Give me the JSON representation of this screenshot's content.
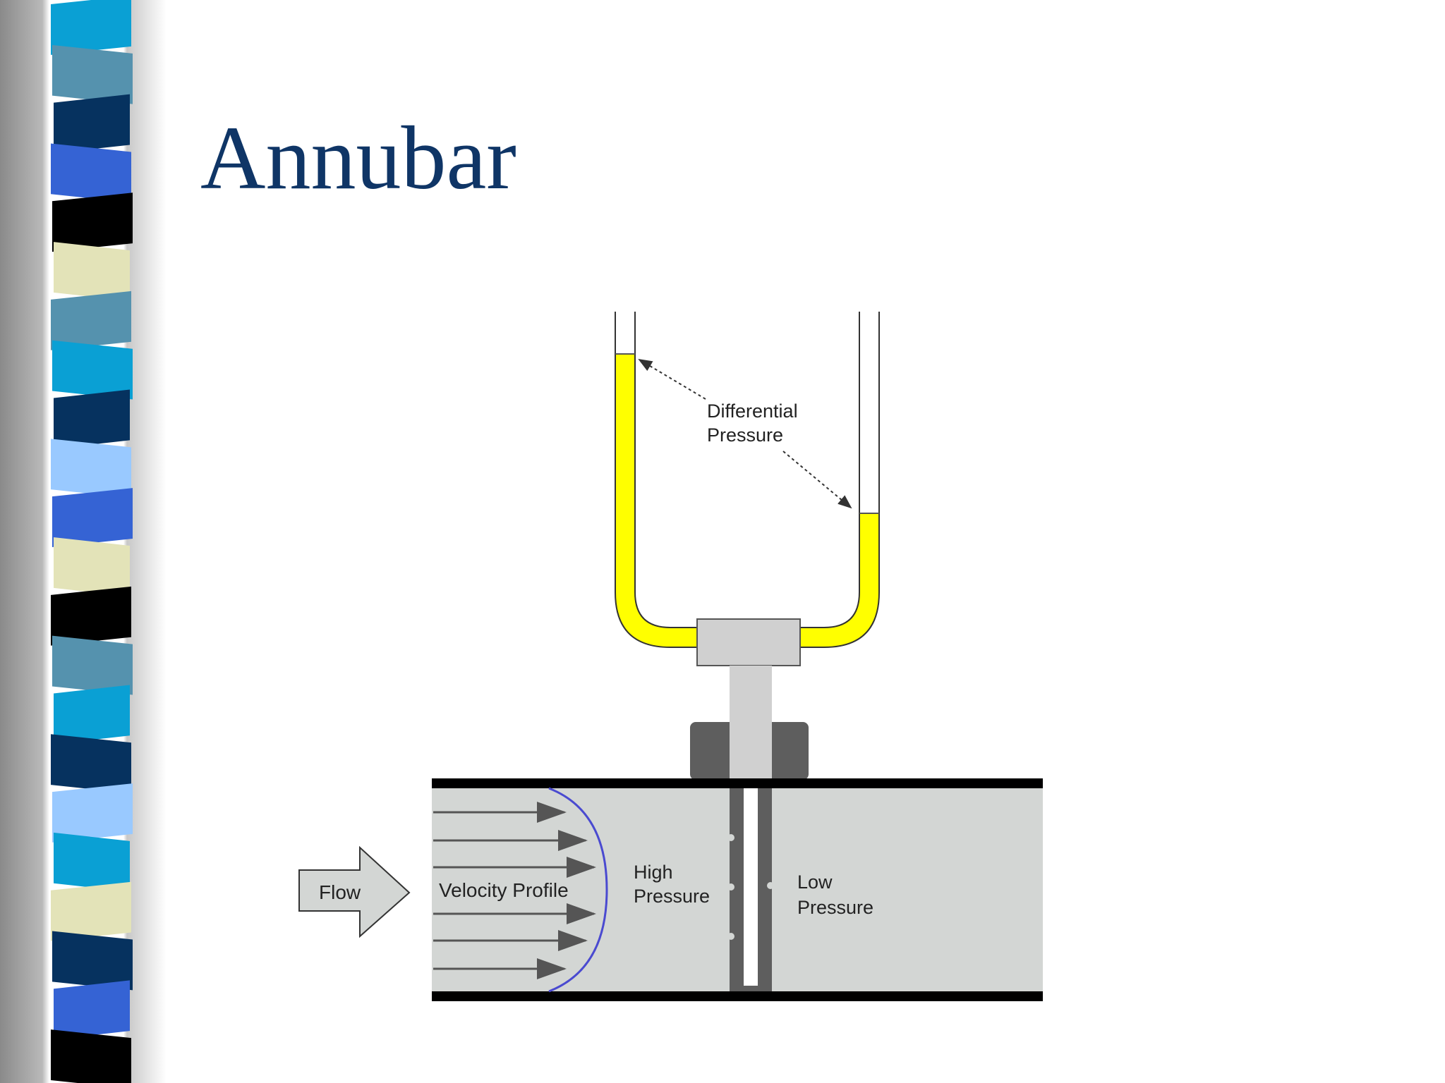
{
  "slide": {
    "title": "Annubar"
  },
  "diagram": {
    "labels": {
      "differential_line1": "Differential",
      "differential_line2": "Pressure",
      "flow": "Flow",
      "velocity_profile": "Velocity Profile",
      "high_line1": "High",
      "high_line2": "Pressure",
      "low_line1": "Low",
      "low_line2": "Pressure"
    },
    "colors": {
      "title": "#0f3566",
      "manometer_fluid": "#ffff00",
      "pipe_fill": "#d3d6d4",
      "pipe_wall": "#000000",
      "fitting": "#d0d0d0",
      "nut": "#5e5e5e",
      "velocity_curve": "#4a4ad0",
      "arrow": "#555555"
    }
  },
  "stripe_colors": [
    "#0aa0d4",
    "#5592ae",
    "#06325f",
    "#3563d4",
    "#000000",
    "#e3e3b8",
    "#5592ae",
    "#0aa0d4",
    "#06325f",
    "#99c9ff",
    "#3563d4",
    "#e3e3b8",
    "#000000",
    "#5592ae",
    "#0aa0d4",
    "#06325f",
    "#99c9ff",
    "#0aa0d4",
    "#e3e3b8",
    "#06325f",
    "#3563d4",
    "#000000"
  ]
}
